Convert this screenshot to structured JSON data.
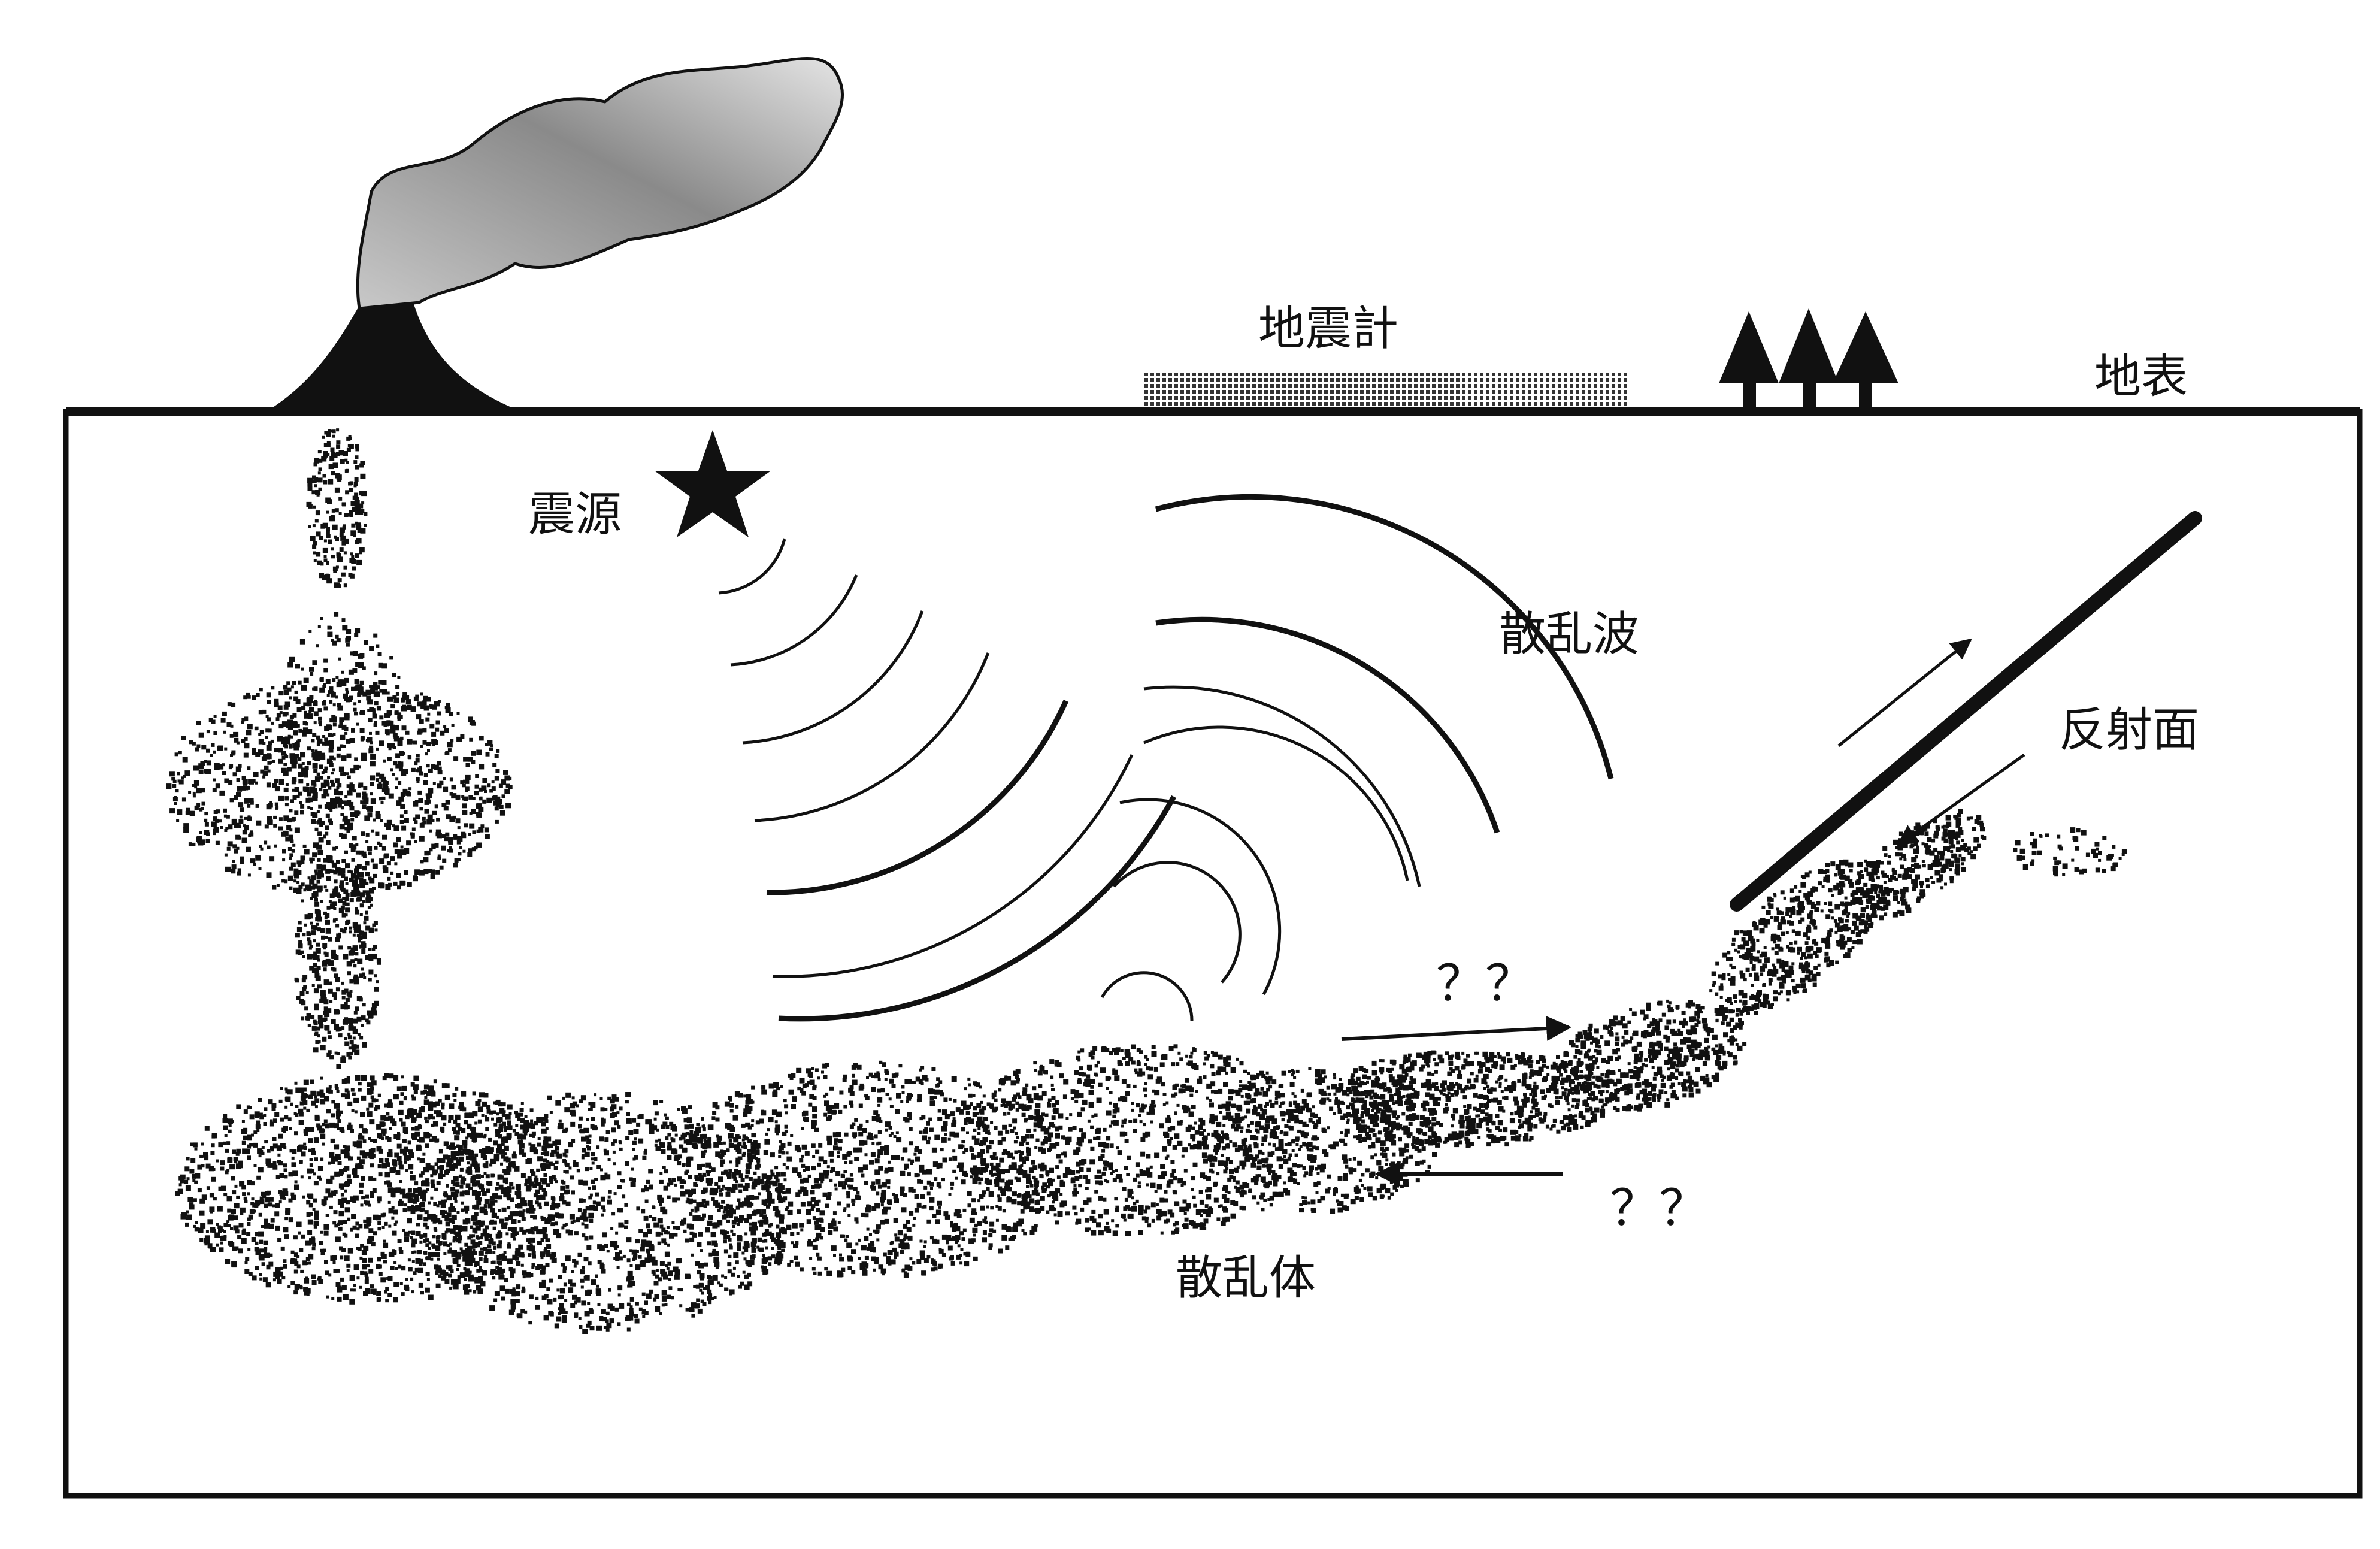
{
  "labels": {
    "seismometer": "地震計",
    "surface": "地表",
    "hypocenter": "震源",
    "scattered_wave": "散乱波",
    "reflector": "反射面",
    "scatterer": "散乱体",
    "question_upper": "？？",
    "question_lower": "？？"
  },
  "icons": [
    "volcano-icon",
    "smoke-plume-icon",
    "star-icon",
    "tree-icon",
    "arrow-icon"
  ],
  "colors": {
    "ink": "#111111",
    "smoke": "#9a9a9a",
    "smoke_light": "#d6d6d6",
    "background": "#ffffff"
  }
}
